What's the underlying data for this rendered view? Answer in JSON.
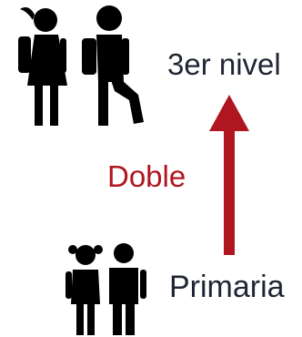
{
  "labels": {
    "top": "3er nivel",
    "middle": "Doble",
    "bottom": "Primaria"
  },
  "icons": {
    "top": "students-with-backpacks-icon",
    "bottom": "children-pair-icon",
    "arrow": "up-arrow-icon"
  },
  "colors": {
    "text": "#1f2533",
    "accent": "#b0161f",
    "figure": "#000000",
    "background": "#ffffff"
  }
}
